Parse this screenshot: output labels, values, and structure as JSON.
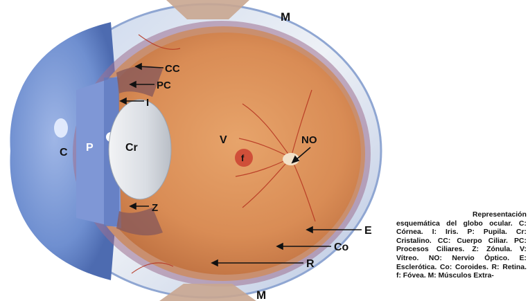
{
  "labels": {
    "M_top": "M",
    "M_bottom": "M",
    "CC": "CC",
    "PC": "PC",
    "I": "I",
    "C": "C",
    "P": "P",
    "Cr": "Cr",
    "V": "V",
    "f": "f",
    "NO": "NO",
    "Z": "Z",
    "E": "E",
    "Co": "Co",
    "R": "R"
  },
  "caption": {
    "title": "Representación",
    "body": "esquemática del globo ocular. C: Córnea. I: Iris. P: Pupila. Cr: Cristalino. CC: Cuerpo Ciliar. PC: Procesos Ciliares. Z: Zónula. V: Vítreo. NO: Nervio Óptico. E: Esclerótica. Co: Coroides. R: Retina. f: Fóvea. M: Músculos Extra-"
  },
  "colors": {
    "sclera": "#e9edf3",
    "cornea": "#6f8fd0",
    "vitreous": "#d9925a",
    "retina_vessel": "#b5321f",
    "fovea": "#c8342a",
    "muscle": "#c9a690"
  }
}
